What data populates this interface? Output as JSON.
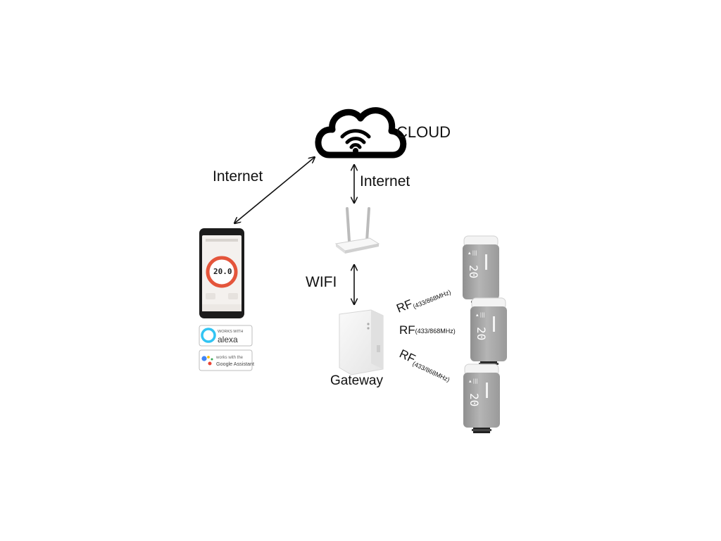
{
  "labels": {
    "cloud": "CLOUD",
    "internet_left": "Internet",
    "internet_right": "Internet",
    "wifi": "WIFI",
    "gateway": "Gateway"
  },
  "phone": {
    "display_temp": "20.0"
  },
  "badges": {
    "alexa_top": "WORKS WITH",
    "alexa_brand": "alexa",
    "google_top": "works with the",
    "google_brand": "Google Assistant"
  },
  "rf_links": [
    {
      "rf": "RF",
      "band": "(433/868MHz)"
    },
    {
      "rf": "RF",
      "band": "(433/868MHz)"
    },
    {
      "rf": "RF",
      "band": "(433/868MHz)"
    }
  ],
  "colors": {
    "accent_red": "#e4553b",
    "alexa_blue": "#31c4f3",
    "device_gray": "#a9a9a9",
    "device_white": "#f2f2f2"
  }
}
